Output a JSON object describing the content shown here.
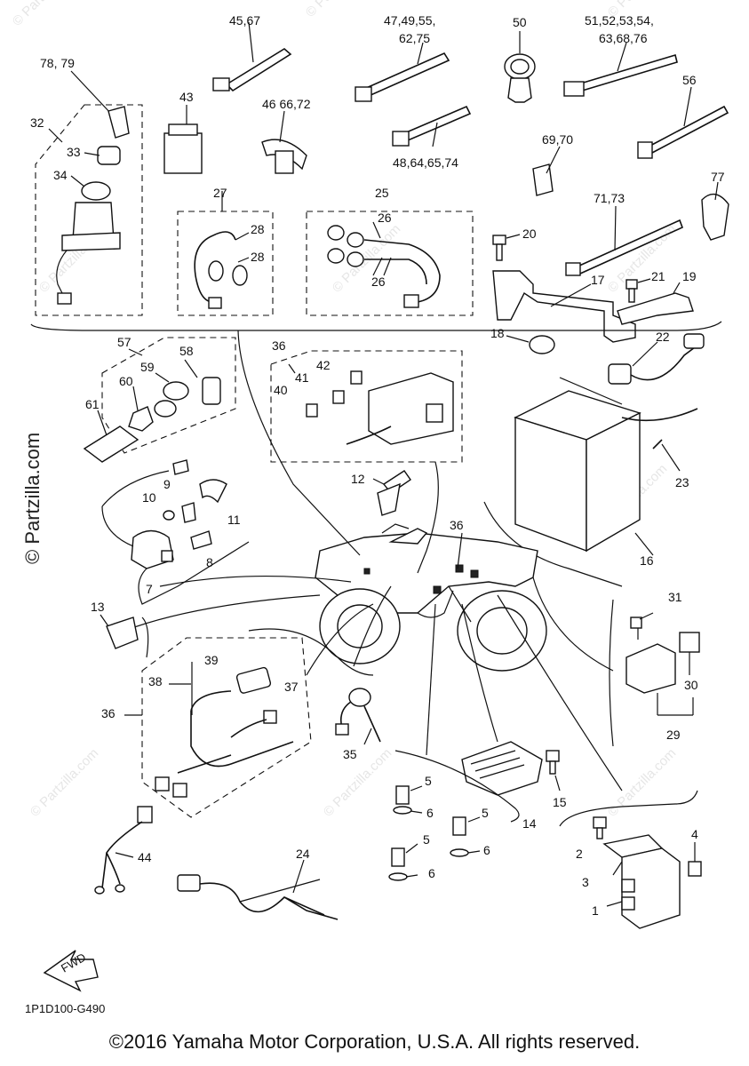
{
  "diagram": {
    "code": "1P1D100-G490",
    "fwd_label": "FWD",
    "watermark_main": "© Partzilla.com",
    "watermark_faint": "© Partzilla.com",
    "copyright": "©2016 Yamaha Motor Corporation, U.S.A. All rights reserved.",
    "labels": {
      "p45_67": "45,67",
      "p47_49_55": "47,49,55,",
      "p62_75": "62,75",
      "p50": "50",
      "p51_52_53_54": "51,52,53,54,",
      "p63_68_76": "63,68,76",
      "p78_79": "78, 79",
      "p43": "43",
      "p46_66_72": "46 66,72",
      "p56": "56",
      "p32": "32",
      "p33": "33",
      "p34": "34",
      "p48_64_65_74": "48,64,65,74",
      "p69_70": "69,70",
      "p77": "77",
      "p27": "27",
      "p25": "25",
      "p26a": "26",
      "p26b": "26",
      "p28a": "28",
      "p28b": "28",
      "p71_73": "71,73",
      "p20": "20",
      "p17": "17",
      "p21": "21",
      "p19": "19",
      "p57": "57",
      "p36a": "36",
      "p58": "58",
      "p59": "59",
      "p60": "60",
      "p42": "42",
      "p41": "41",
      "p40": "40",
      "p18": "18",
      "p22": "22",
      "p61": "61",
      "p9": "9",
      "p10": "10",
      "p11": "11",
      "p8": "8",
      "p7": "7",
      "p12": "12",
      "p23": "23",
      "p36b": "36",
      "p16": "16",
      "p13": "13",
      "p31": "31",
      "p39": "39",
      "p38": "38",
      "p37": "37",
      "p36c": "36",
      "p30": "30",
      "p29": "29",
      "p35": "35",
      "p15": "15",
      "p5a": "5",
      "p6a": "6",
      "p5b": "5",
      "p5c": "5",
      "p6b": "6",
      "p6c": "6",
      "p14": "14",
      "p4": "4",
      "p2": "2",
      "p3": "3",
      "p1": "1",
      "p44": "44",
      "p24": "24"
    }
  }
}
